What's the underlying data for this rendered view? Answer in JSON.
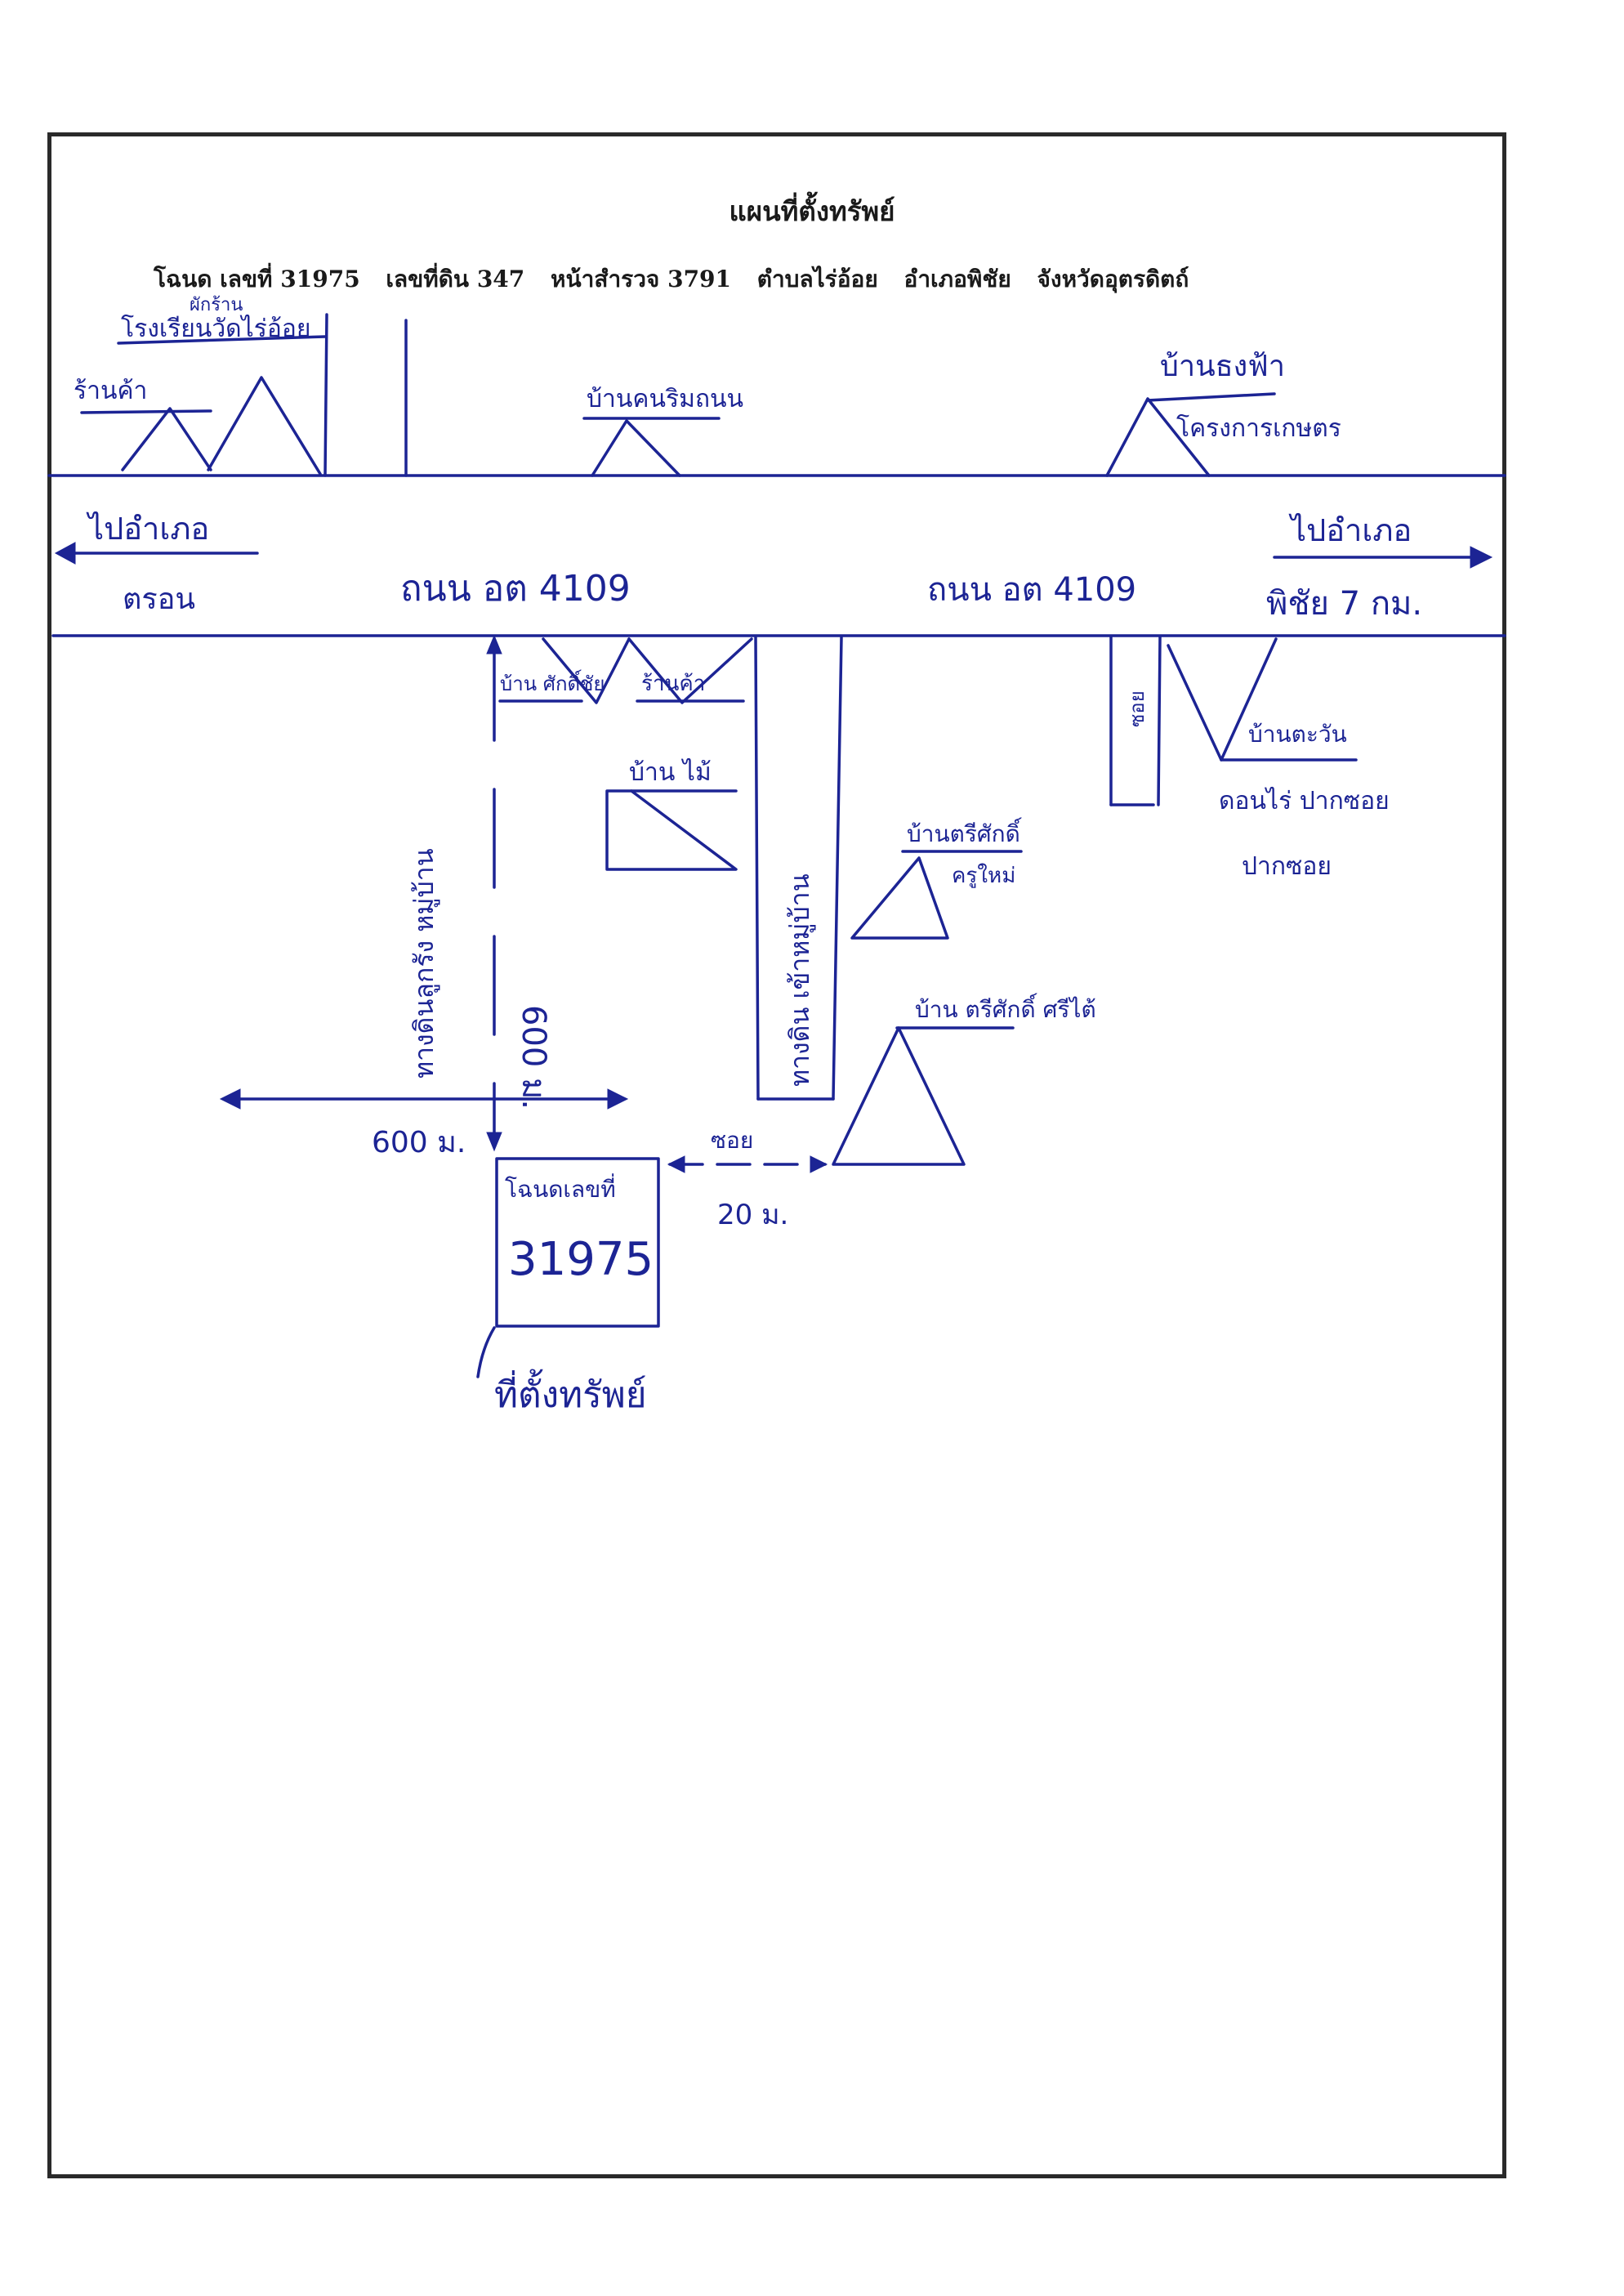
{
  "map": {
    "title": "แผนที่ตั้งทรัพย์",
    "deed": {
      "label": "โฉนด เลขที่ 31975",
      "land_no": "เลขที่ดิน 347",
      "survey_page": "หน้าสำรวจ 3791",
      "subdistrict": "ตำบลไร่อ้อย",
      "district": "อำเภอพิชัย",
      "province": "จังหวัดอุตรดิตถ์"
    },
    "handwritten": {
      "top_left_school": "โรงเรียนวัดไร่อ้อย",
      "top_left_note": "ผักร้าน",
      "top_left_shop": "ร้านค้า",
      "top_mid_house": "บ้านคนริมถนน",
      "top_right_house": "บ้านธงฟ้า",
      "top_right_shop": "โครงการเกษตร",
      "left_to": "ไปอำเภอ",
      "left_dest": "ตรอน",
      "right_to": "ไปอำเภอ",
      "right_dest": "พิชัย 7 กม.",
      "road_left": "ถนน อต 4109",
      "road_right": "ถนน อต 4109",
      "house_a": "บ้าน ศักดิ์ชัย",
      "house_b": "ร้านค้า",
      "house_c": "บ้าน ไม้",
      "side_road_label": "ซอย",
      "house_d": "บ้านตะวัน",
      "house_d2": "ดอนไร่ ปากซอย",
      "house_d3": "ปากซอย",
      "vertical_road_left": "ทางดินลูกรัง หมู่บ้าน",
      "vertical_distance": "600 ม.",
      "vertical_road_mid": "ทางดิน เข้าหมู่บ้าน",
      "house_e": "บ้านตรีศักดิ์",
      "house_e2": "ครูใหม่",
      "house_f": "บ้าน ตรีศักดิ์ ศรีไต้",
      "horizontal_distance": "600 ม.",
      "right_gap_label": "ซอย",
      "right_gap_distance": "20 ม.",
      "parcel_label": "โฉนดเลขที่",
      "parcel_no": "31975",
      "parcel_caption": "ที่ตั้งทรัพย์"
    }
  }
}
